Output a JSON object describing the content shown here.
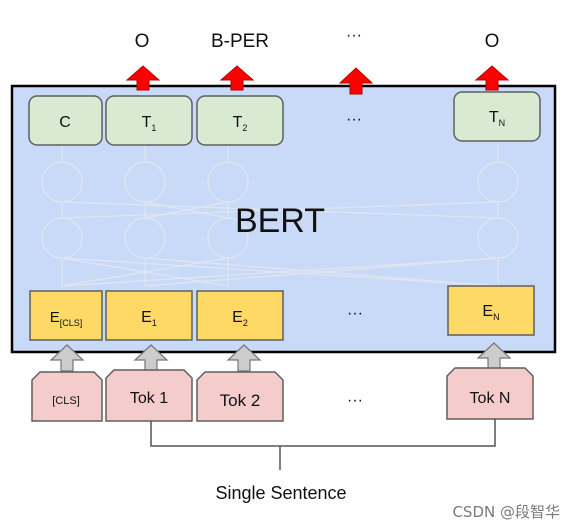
{
  "outputs": [
    "O",
    "B-PER",
    "···",
    "O"
  ],
  "model_name": "BERT",
  "t_cells": {
    "c_label": "C",
    "t1": {
      "base": "T",
      "sub": "1"
    },
    "t2": {
      "base": "T",
      "sub": "2"
    },
    "ellipsis": "···",
    "tn": {
      "base": "T",
      "sub": "N"
    }
  },
  "hidden_ellipsis": [
    "···",
    "···"
  ],
  "e_cells": {
    "ecls": {
      "base": "E",
      "sub": "[CLS]"
    },
    "e1": {
      "base": "E",
      "sub": "1"
    },
    "e2": {
      "base": "E",
      "sub": "2"
    },
    "ellipsis": "···",
    "en": {
      "base": "E",
      "sub": "N"
    }
  },
  "tokens": {
    "cls": "[CLS]",
    "tok1": "Tok 1",
    "tok2": "Tok 2",
    "ellipsis": "···",
    "tokn": "Tok N"
  },
  "input_label": "Single Sentence",
  "watermark": "CSDN @段智华",
  "colors": {
    "bert_fill": "#c9daf8",
    "t_fill": "#d9ead3",
    "e_fill": "#ffd966",
    "tok_fill": "#f4cccc",
    "out_arrow": "#ff0000",
    "in_arrow": "#cccccc"
  }
}
